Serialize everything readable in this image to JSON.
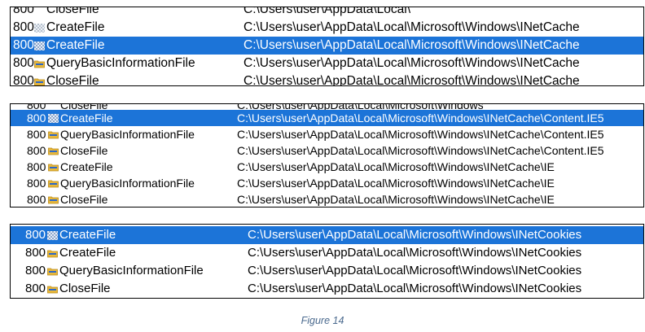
{
  "panels": [
    {
      "cutoff": {
        "pid": "800",
        "operation": "CloseFile",
        "path": "C:\\Users\\user\\AppData\\Local\\"
      },
      "rows": [
        {
          "pid": "800",
          "operation": "CreateFile",
          "path": "C:\\Users\\user\\AppData\\Local\\Microsoft\\Windows\\INetCache",
          "icon": "create-file-icon",
          "selected": false
        },
        {
          "pid": "800",
          "operation": "CreateFile",
          "path": "C:\\Users\\user\\AppData\\Local\\Microsoft\\Windows\\INetCache",
          "icon": "create-file-icon",
          "selected": true
        },
        {
          "pid": "800",
          "operation": "QueryBasicInformationFile",
          "path": "C:\\Users\\user\\AppData\\Local\\Microsoft\\Windows\\INetCache",
          "icon": "folder-icon",
          "selected": false
        },
        {
          "pid": "800",
          "operation": "CloseFile",
          "path": "C:\\Users\\user\\AppData\\Local\\Microsoft\\Windows\\INetCache",
          "icon": "folder-icon",
          "selected": false
        }
      ]
    },
    {
      "cutoff": {
        "pid": "800",
        "operation": "CloseFile",
        "path": "C:\\Users\\user\\AppData\\Local\\Microsoft\\Windows"
      },
      "rows": [
        {
          "pid": "800",
          "operation": "CreateFile",
          "path": "C:\\Users\\user\\AppData\\Local\\Microsoft\\Windows\\INetCache\\Content.IE5",
          "icon": "create-file-icon",
          "selected": true
        },
        {
          "pid": "800",
          "operation": "QueryBasicInformationFile",
          "path": "C:\\Users\\user\\AppData\\Local\\Microsoft\\Windows\\INetCache\\Content.IE5",
          "icon": "folder-icon",
          "selected": false
        },
        {
          "pid": "800",
          "operation": "CloseFile",
          "path": "C:\\Users\\user\\AppData\\Local\\Microsoft\\Windows\\INetCache\\Content.IE5",
          "icon": "folder-icon",
          "selected": false
        },
        {
          "pid": "800",
          "operation": "CreateFile",
          "path": "C:\\Users\\user\\AppData\\Local\\Microsoft\\Windows\\INetCache\\IE",
          "icon": "folder-icon",
          "selected": false
        },
        {
          "pid": "800",
          "operation": "QueryBasicInformationFile",
          "path": "C:\\Users\\user\\AppData\\Local\\Microsoft\\Windows\\INetCache\\IE",
          "icon": "folder-icon",
          "selected": false
        },
        {
          "pid": "800",
          "operation": "CloseFile",
          "path": "C:\\Users\\user\\AppData\\Local\\Microsoft\\Windows\\INetCache\\IE",
          "icon": "folder-icon",
          "selected": false
        }
      ]
    },
    {
      "cutoff": null,
      "rows": [
        {
          "pid": "800",
          "operation": "CreateFile",
          "path": "C:\\Users\\user\\AppData\\Local\\Microsoft\\Windows\\INetCookies",
          "icon": "create-file-icon",
          "selected": true
        },
        {
          "pid": "800",
          "operation": "CreateFile",
          "path": "C:\\Users\\user\\AppData\\Local\\Microsoft\\Windows\\INetCookies",
          "icon": "folder-icon",
          "selected": false
        },
        {
          "pid": "800",
          "operation": "QueryBasicInformationFile",
          "path": "C:\\Users\\user\\AppData\\Local\\Microsoft\\Windows\\INetCookies",
          "icon": "folder-icon",
          "selected": false
        },
        {
          "pid": "800",
          "operation": "CloseFile",
          "path": "C:\\Users\\user\\AppData\\Local\\Microsoft\\Windows\\INetCookies",
          "icon": "folder-icon",
          "selected": false
        }
      ]
    }
  ],
  "caption": "Figure 14",
  "colors": {
    "selection": "#1c74d8",
    "caption": "#4c6b8f",
    "folder": "#e9b83a",
    "folder_accent": "#2b67c9"
  }
}
